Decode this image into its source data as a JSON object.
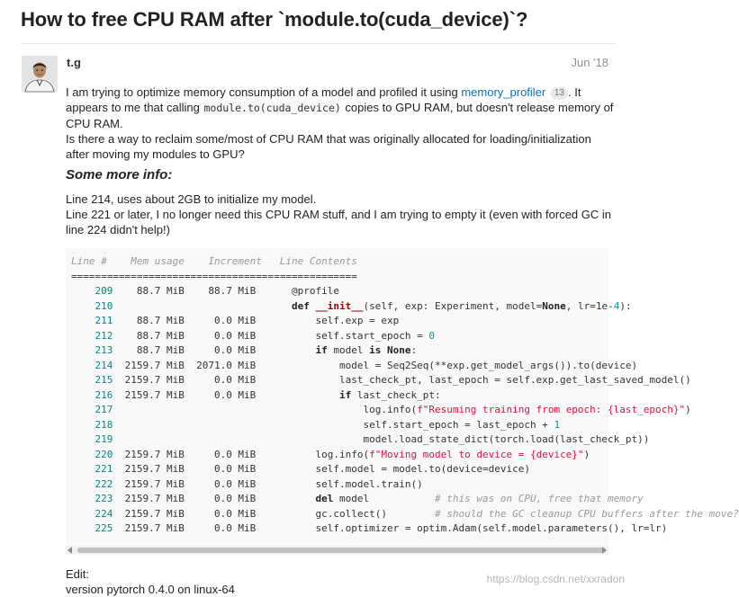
{
  "topic": {
    "title": "How to free CPU RAM after `module.to(cuda_device)`?"
  },
  "post": {
    "author": "t.g",
    "date": "Jun '18",
    "intro": {
      "t1": "I am trying to optimize memory consumption of a model and profiled it using ",
      "link": "memory_profiler",
      "clicks": "13",
      "t2": ". It appears to me that calling ",
      "code": "module.to(cuda_device)",
      "t3": " copies to GPU RAM, but doesn't release memory of CPU RAM."
    },
    "question": "Is there a way to reclaim some/most of CPU RAM that was originally allocated for loading/initialization after moving my modules to GPU?",
    "heading": "Some more info",
    "heading_suffix": ":",
    "line1": "Line 214, uses about 2GB to initialize my model.",
    "line2": "Line 221 or later, I no longer need this CPU RAM stuff, and I am trying to empty it (even with forced GC in line 224 didn't help!)",
    "edit_label": "Edit:",
    "edit_text": "version pytorch 0.4.0 on linux-64"
  },
  "profile": {
    "header": "Line #    Mem usage    Increment   Line Contents",
    "rule": "================================================",
    "rows": [
      {
        "ln": "209",
        "mem": "88.7 MiB",
        "inc": "88.7 MiB",
        "code": "@profile"
      },
      {
        "ln": "210",
        "mem": "",
        "inc": "",
        "code": "def __init__(self, exp: Experiment, model=None, lr=1e-4):"
      },
      {
        "ln": "211",
        "mem": "88.7 MiB",
        "inc": "0.0 MiB",
        "code": "    self.exp = exp"
      },
      {
        "ln": "212",
        "mem": "88.7 MiB",
        "inc": "0.0 MiB",
        "code": "    self.start_epoch = 0"
      },
      {
        "ln": "213",
        "mem": "88.7 MiB",
        "inc": "0.0 MiB",
        "code": "    if model is None:"
      },
      {
        "ln": "214",
        "mem": "2159.7 MiB",
        "inc": "2071.0 MiB",
        "code": "        model = Seq2Seq(**exp.get_model_args()).to(device)"
      },
      {
        "ln": "215",
        "mem": "2159.7 MiB",
        "inc": "0.0 MiB",
        "code": "        last_check_pt, last_epoch = self.exp.get_last_saved_model()"
      },
      {
        "ln": "216",
        "mem": "2159.7 MiB",
        "inc": "0.0 MiB",
        "code": "        if last_check_pt:"
      },
      {
        "ln": "217",
        "mem": "",
        "inc": "",
        "code": "            log.info(f\"Resuming training from epoch: {last_epoch}\")"
      },
      {
        "ln": "218",
        "mem": "",
        "inc": "",
        "code": "            self.start_epoch = last_epoch + 1"
      },
      {
        "ln": "219",
        "mem": "",
        "inc": "",
        "code": "            model.load_state_dict(torch.load(last_check_pt))"
      },
      {
        "ln": "220",
        "mem": "2159.7 MiB",
        "inc": "0.0 MiB",
        "code": "    log.info(f\"Moving model to device = {device}\")"
      },
      {
        "ln": "221",
        "mem": "2159.7 MiB",
        "inc": "0.0 MiB",
        "code": "    self.model = model.to(device=device)"
      },
      {
        "ln": "222",
        "mem": "2159.7 MiB",
        "inc": "0.0 MiB",
        "code": "    self.model.train()"
      },
      {
        "ln": "223",
        "mem": "2159.7 MiB",
        "inc": "0.0 MiB",
        "code": "    del model           # this was on CPU, free that memory"
      },
      {
        "ln": "224",
        "mem": "2159.7 MiB",
        "inc": "0.0 MiB",
        "code": "    gc.collect()        # should the GC cleanup CPU buffers after the move?"
      },
      {
        "ln": "225",
        "mem": "2159.7 MiB",
        "inc": "0.0 MiB",
        "code": "    self.optimizer = optim.Adam(self.model.parameters(), lr=lr)"
      }
    ]
  },
  "watermark": "https://blog.csdn.net/xxradon",
  "colors": {
    "link": "#0a6fbd",
    "code_bg": "#f8f8f8",
    "muted": "#919191"
  },
  "icons": {
    "avatar": "user-avatar-photo"
  }
}
